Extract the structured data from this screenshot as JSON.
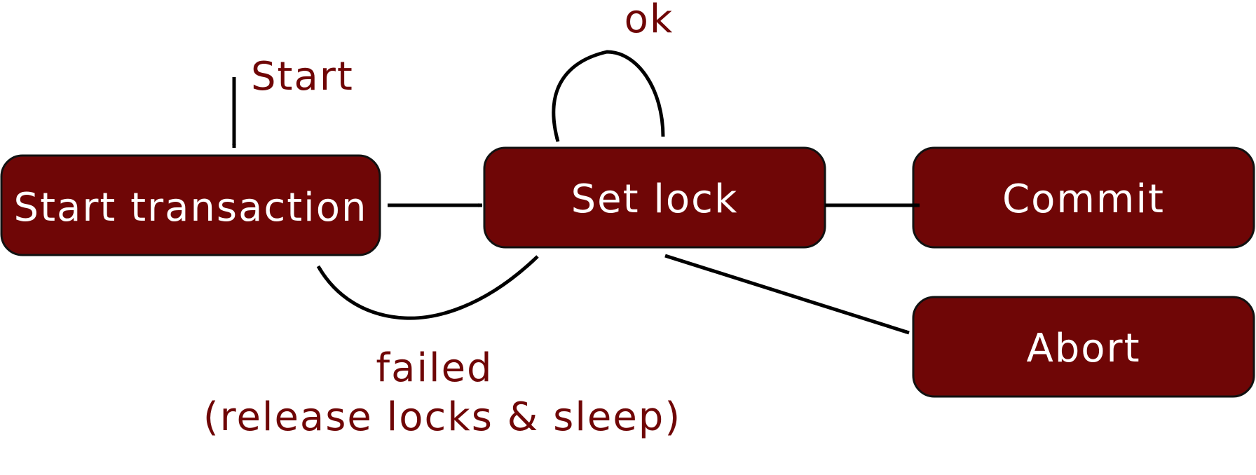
{
  "colors": {
    "state_fill": "#6f0606",
    "label": "#6f0606",
    "edge": "#000000"
  },
  "states": {
    "start_transaction": "Start transaction",
    "set_lock": "Set lock",
    "commit": "Commit",
    "abort": "Abort"
  },
  "labels": {
    "start": "Start",
    "ok": "ok",
    "failed": "failed",
    "failed_note": "(release locks & sleep)"
  }
}
